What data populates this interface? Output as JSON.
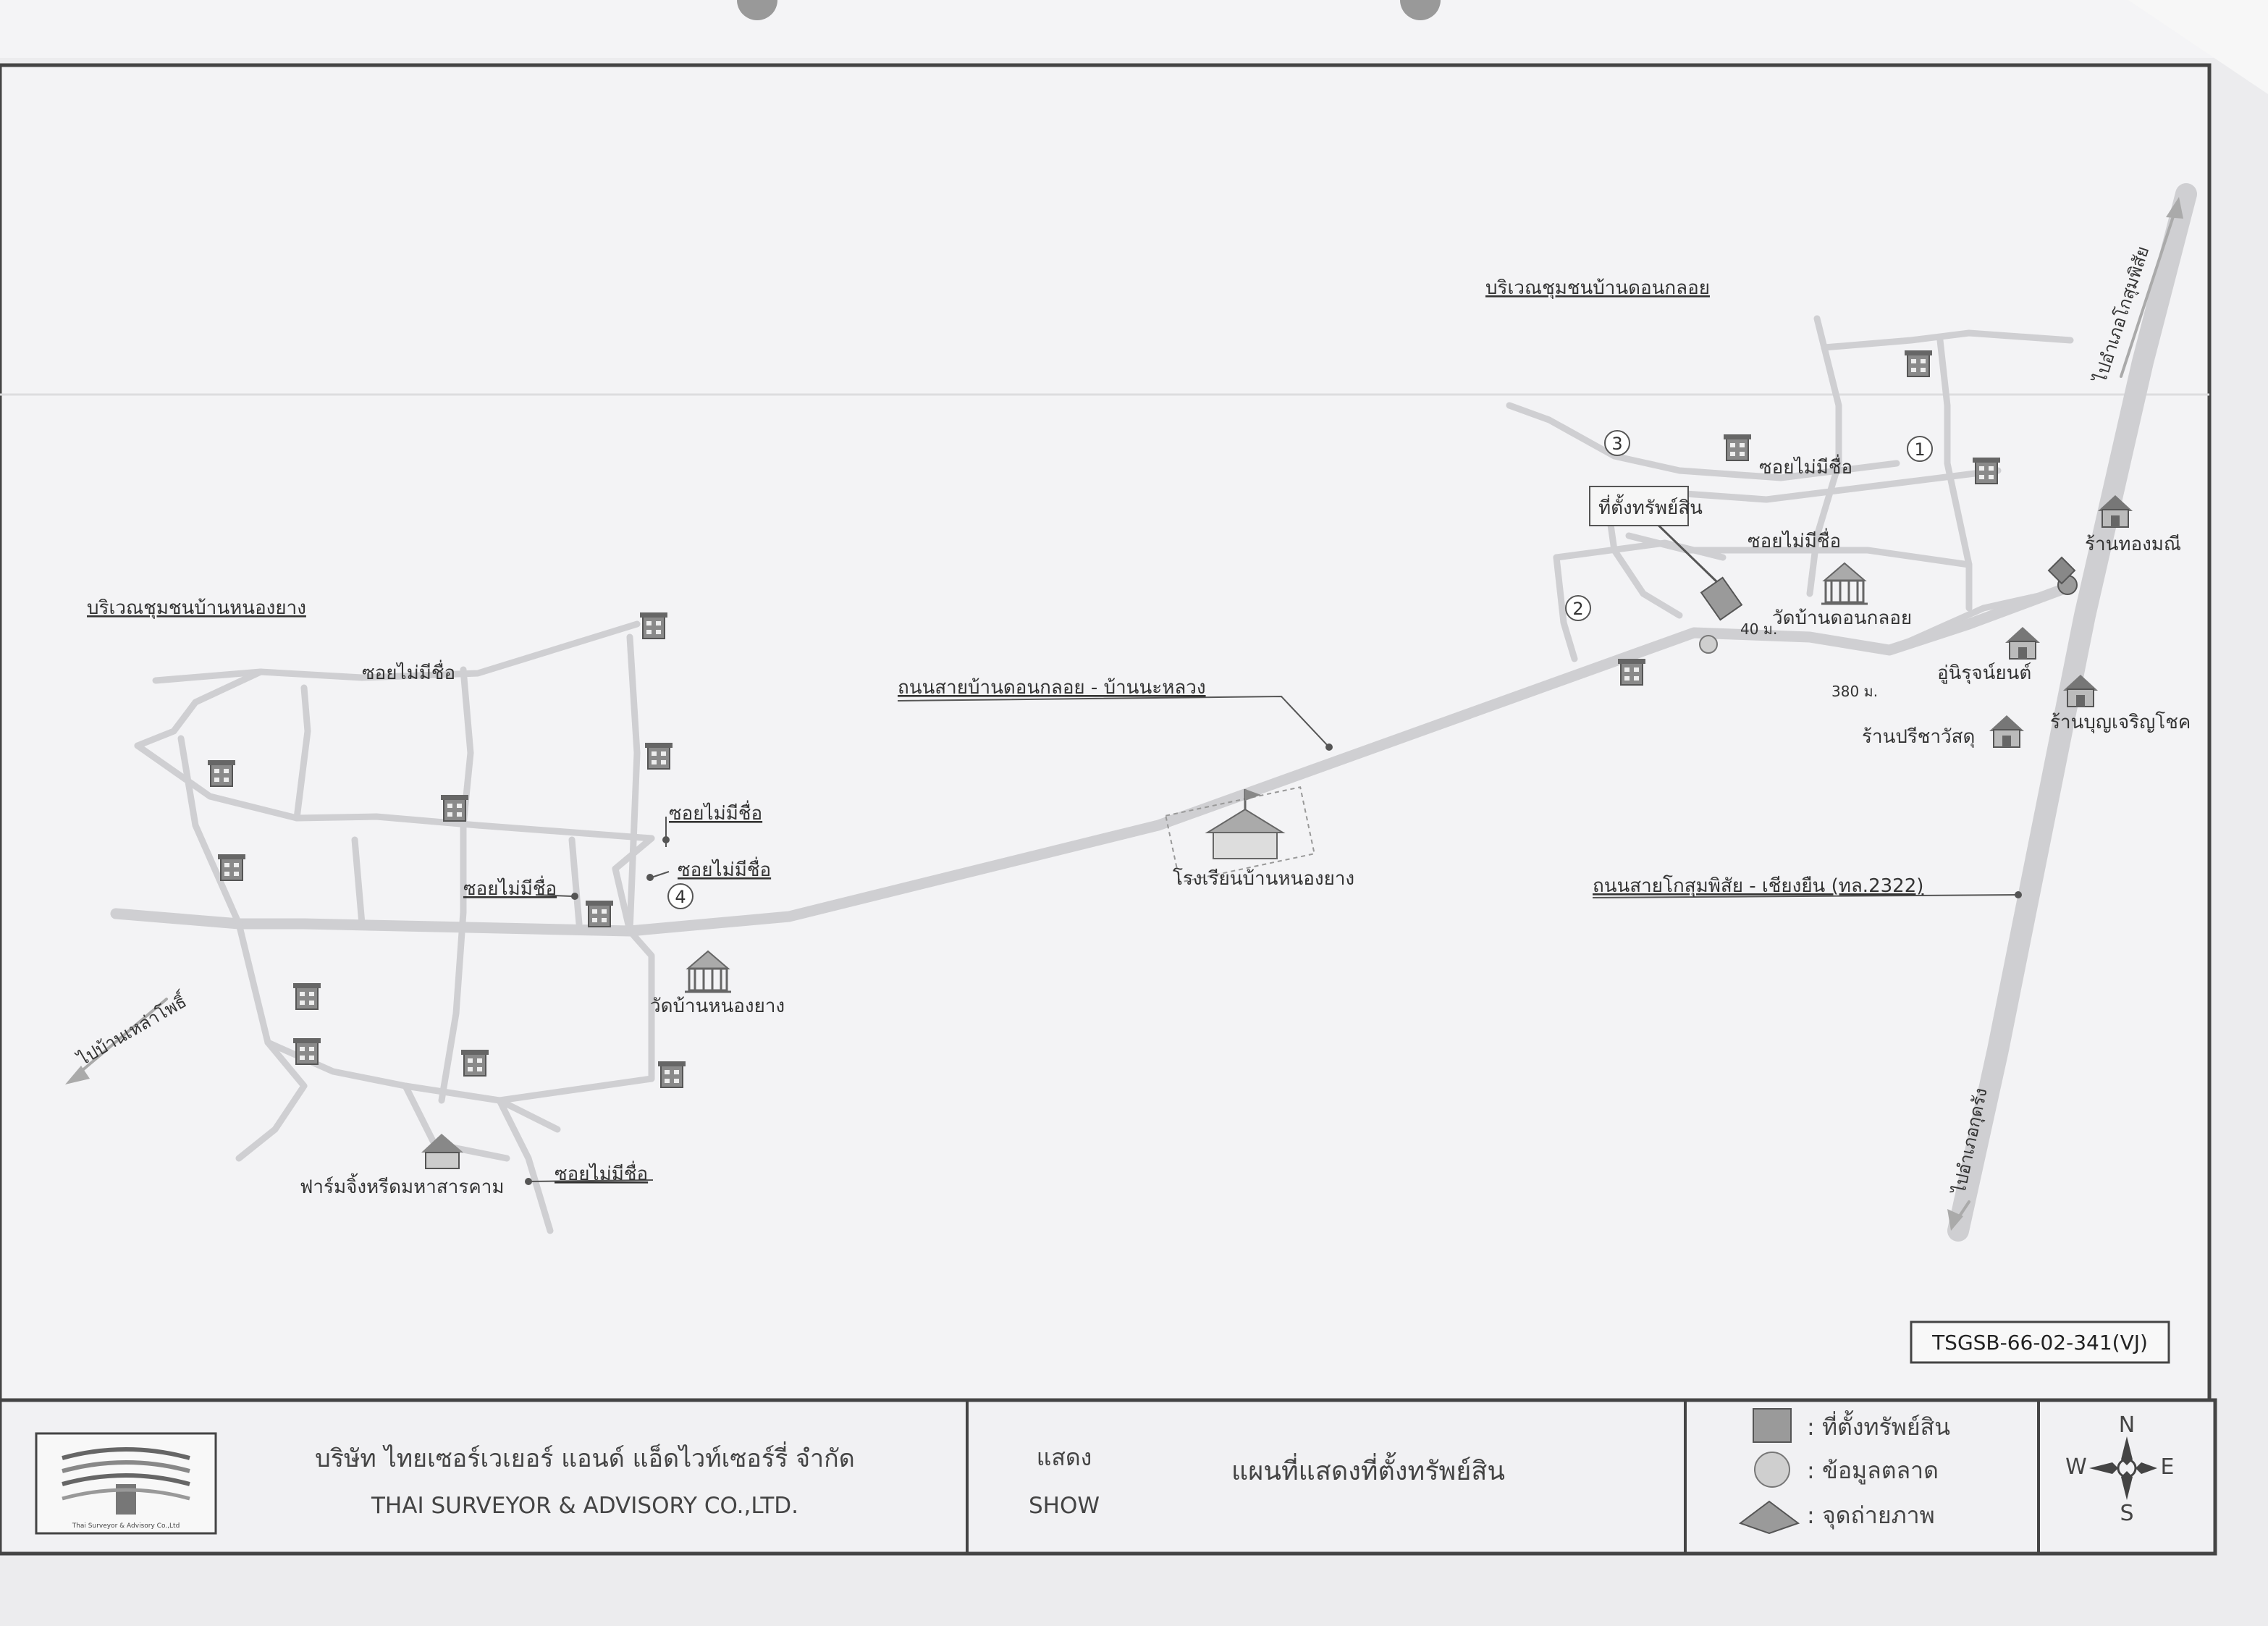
{
  "map": {
    "communities": {
      "nong_yang": "บริเวณชุมชนบ้านหนองยาง",
      "don_klo": "บริเวณชุมชนบ้านดอนกลอย"
    },
    "roads": {
      "main_road": "ถนนสายบ้านดอนกลอย - บ้านนะหลวง",
      "highway": "ถนนสายโกสุมพิสัย - เชียงยืน (ทล.2322)",
      "to_kosum": "ไปอำเภอโกสุมพิสัย",
      "to_kut_rang": "ไปอำเภอกุดรัง",
      "to_lao_pho": "ไปบ้านเหล่าโพธิ์"
    },
    "labels": {
      "unnamed_soi": "ซอยไม่มีชื่อ",
      "property_site": "ที่ตั้งทรัพย์สิน",
      "wat_don_klo": "วัดบ้านดอนกลอย",
      "wat_nong_yang": "วัดบ้านหนองยาง",
      "school": "โรงเรียนบ้านหนองยาง",
      "farm": "ฟาร์มจิ้งหรีดมหาสารคาม",
      "shop_thongmanee": "ร้านทองมณี",
      "garage": "อู่นิรุจน์ยนต์",
      "construction_shop": "ร้านปรีชาวัสดุ",
      "shop_boonjaroen": "ร้านบุญเจริญโชค",
      "dist_40": "40 ม.",
      "dist_380": "380 ม."
    },
    "markers": [
      "1",
      "2",
      "3",
      "4"
    ],
    "reference_code": "TSGSB-66-02-341(VJ)"
  },
  "footer": {
    "company_th": "บริษัท ไทยเซอร์เวเยอร์ แอนด์ แอ็ดไวท์เซอร์รี่ จำกัด",
    "company_en": "THAI SURVEYOR & ADVISORY CO.,LTD.",
    "show_th": "แสดง",
    "show_en": "SHOW",
    "map_title": "แผนที่แสดงที่ตั้งทรัพย์สิน",
    "logo_caption": "Thai Surveyor & Advisory Co.,Ltd",
    "legend": [
      {
        "label": ": ที่ตั้งทรัพย์สิน",
        "color": "#9a9a9a"
      },
      {
        "label": ": ข้อมูลตลาด",
        "color": "#cfcfcf"
      },
      {
        "label": ": จุดถ่ายภาพ",
        "color": "#9a9a9a"
      }
    ],
    "compass": {
      "n": "N",
      "s": "S",
      "e": "E",
      "w": "W"
    }
  }
}
